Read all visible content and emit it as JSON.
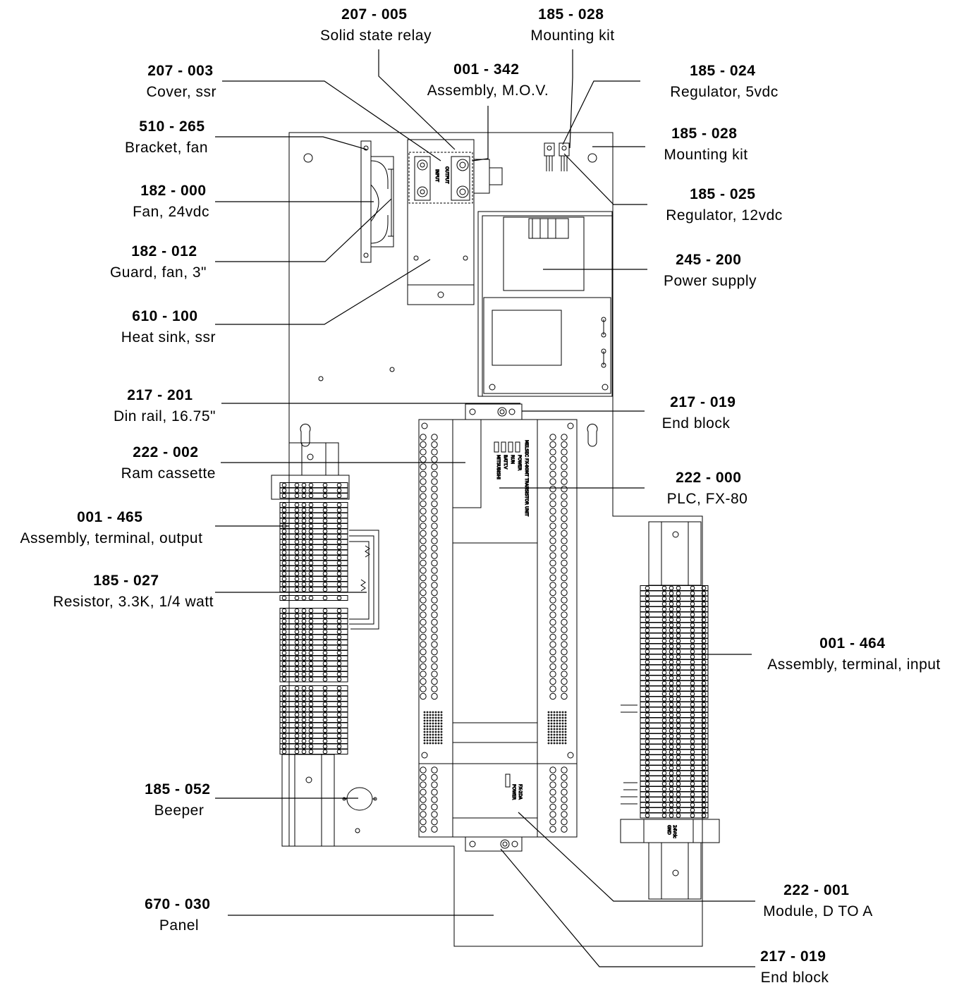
{
  "callouts": [
    {
      "id": "c-207-005",
      "number": "207 - 005",
      "description": "Solid state relay"
    },
    {
      "id": "c-185-028-top",
      "number": "185 - 028",
      "description": "Mounting kit"
    },
    {
      "id": "c-207-003",
      "number": "207 - 003",
      "description": "Cover, ssr"
    },
    {
      "id": "c-001-342",
      "number": "001 - 342",
      "description": "Assembly, M.O.V."
    },
    {
      "id": "c-185-024",
      "number": "185 - 024",
      "description": "Regulator, 5vdc"
    },
    {
      "id": "c-510-265",
      "number": "510 - 265",
      "description": "Bracket, fan"
    },
    {
      "id": "c-185-028",
      "number": "185 - 028",
      "description": "Mounting kit"
    },
    {
      "id": "c-182-000",
      "number": "182 - 000",
      "description": "Fan, 24vdc"
    },
    {
      "id": "c-185-025",
      "number": "185 - 025",
      "description": "Regulator, 12vdc"
    },
    {
      "id": "c-182-012",
      "number": "182 - 012",
      "description": "Guard, fan, 3\""
    },
    {
      "id": "c-245-200",
      "number": "245 - 200",
      "description": "Power supply"
    },
    {
      "id": "c-610-100",
      "number": "610 - 100",
      "description": "Heat sink, ssr"
    },
    {
      "id": "c-217-201",
      "number": "217 - 201",
      "description": "Din rail, 16.75\""
    },
    {
      "id": "c-217-019-top",
      "number": "217 - 019",
      "description": "End block"
    },
    {
      "id": "c-222-002",
      "number": "222 - 002",
      "description": "Ram cassette"
    },
    {
      "id": "c-222-000",
      "number": "222 - 000",
      "description": "PLC, FX-80"
    },
    {
      "id": "c-001-465",
      "number": "001 - 465",
      "description": "Assembly, terminal, output"
    },
    {
      "id": "c-185-027",
      "number": "185 - 027",
      "description": "Resistor, 3.3K, 1/4 watt"
    },
    {
      "id": "c-001-464",
      "number": "001 - 464",
      "description": "Assembly, terminal, input"
    },
    {
      "id": "c-185-052",
      "number": "185 - 052",
      "description": "Beeper"
    },
    {
      "id": "c-222-001",
      "number": "222 - 001",
      "description": "Module, D TO A"
    },
    {
      "id": "c-670-030",
      "number": "670 - 030",
      "description": "Panel"
    },
    {
      "id": "c-217-019-bottom",
      "number": "217 - 019",
      "description": "End block"
    }
  ],
  "device_labels": {
    "ssr_input": "INPUT",
    "ssr_output": "OUTPUT",
    "plc_model": "MELSEC FX-80MT TRANSISTOR UNIT",
    "plc_led_power": "POWER",
    "plc_led_run": "RUN",
    "plc_led_batt": "BATT.V",
    "plc_brand": "MITSUBISHI",
    "module_model": "FX-2DA",
    "module_power": "POWER",
    "input_block_label": "24Vdc",
    "input_block_sub": "GND"
  }
}
